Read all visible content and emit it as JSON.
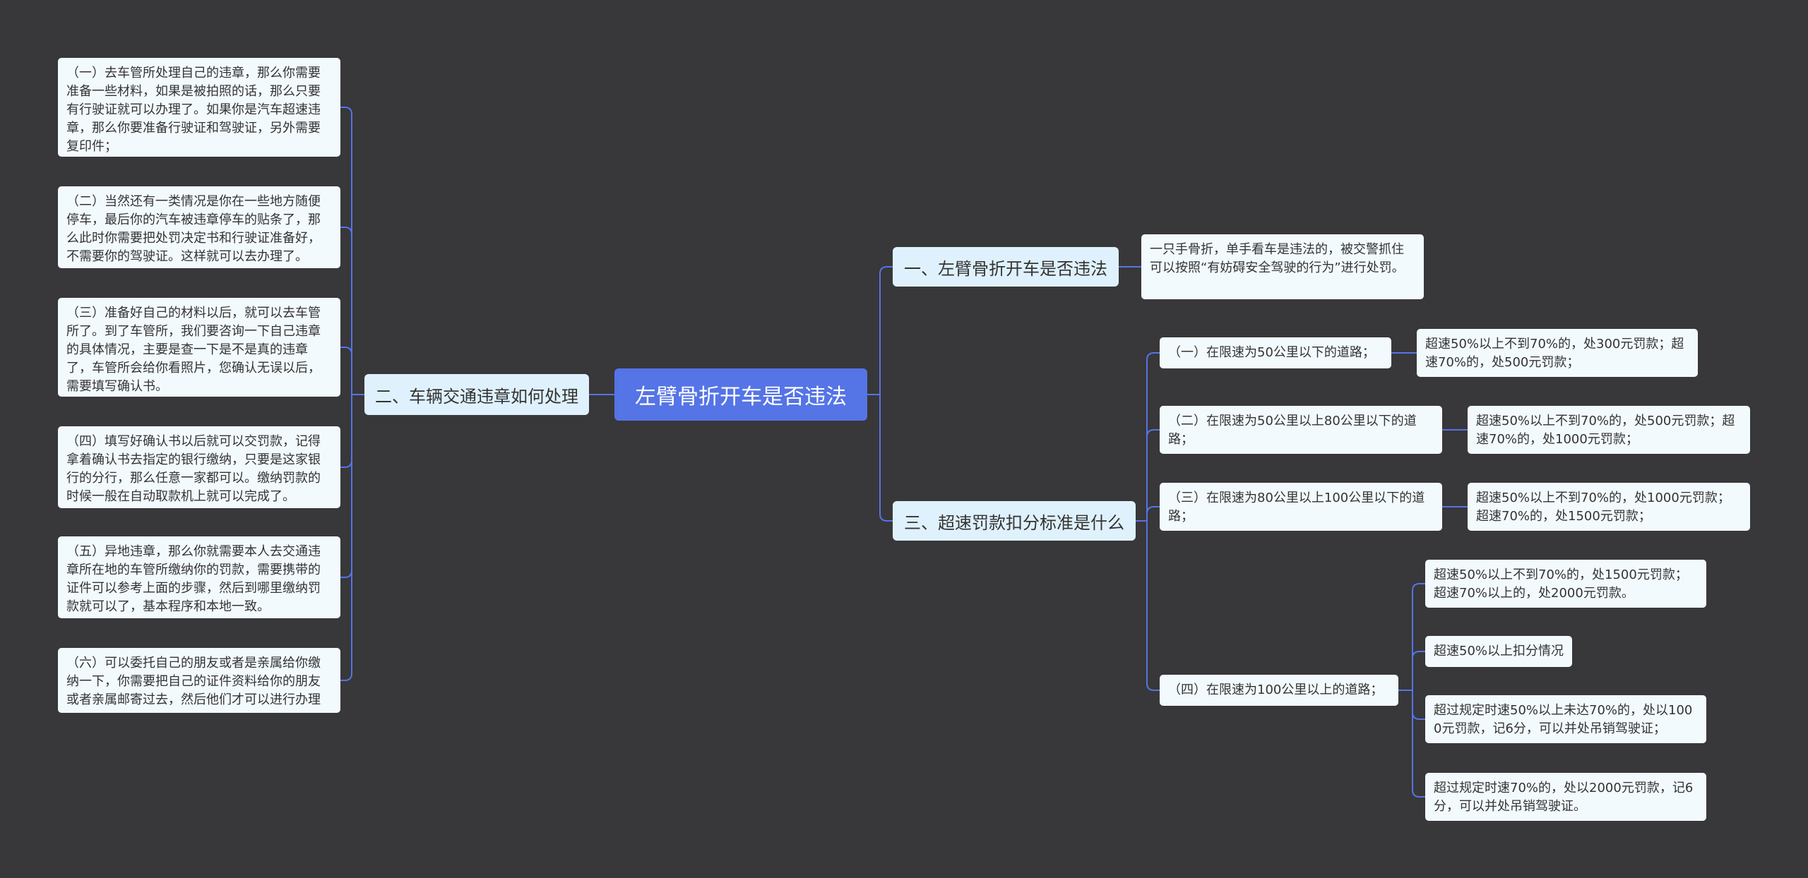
{
  "mindmap": {
    "root": "左臂骨折开车是否违法",
    "left_branch": {
      "label": "二、车辆交通违章如何处理",
      "items": [
        "（一）去车管所处理自己的违章，那么你需要准备一些材料，如果是被拍照的话，那么只要有行驶证就可以办理了。如果你是汽车超速违章，那么你要准备行驶证和驾驶证，另外需要复印件；",
        "（二）当然还有一类情况是你在一些地方随便停车，最后你的汽车被违章停车的贴条了，那么此时你需要把处罚决定书和行驶证准备好，不需要你的驾驶证。这样就可以去办理了。",
        "（三）准备好自己的材料以后，就可以去车管所了。到了车管所，我们要咨询一下自己违章的具体情况，主要是查一下是不是真的违章了，车管所会给你看照片，您确认无误以后，需要填写确认书。",
        "（四）填写好确认书以后就可以交罚款，记得拿着确认书去指定的银行缴纳，只要是这家银行的分行，那么任意一家都可以。缴纳罚款的时候一般在自动取款机上就可以完成了。",
        "（五）异地违章，那么你就需要本人去交通违章所在地的车管所缴纳你的罚款，需要携带的证件可以参考上面的步骤，然后到哪里缴纳罚款就可以了，基本程序和本地一致。",
        "（六）可以委托自己的朋友或者是亲属给你缴纳一下，你需要把自己的证件资料给你的朋友或者亲属邮寄过去，然后他们才可以进行办理"
      ]
    },
    "right_branch_1": {
      "label": "一、左臂骨折开车是否违法",
      "detail": "一只手骨折，单手看车是违法的，被交警抓住可以按照“有妨碍安全驾驶的行为”进行处罚。"
    },
    "right_branch_3": {
      "label": "三、超速罚款扣分标准是什么",
      "items": [
        {
          "label": "（一）在限速为50公里以下的道路；",
          "details": [
            "超速50%以上不到70%的，处300元罚款；超速70%的，处500元罚款；"
          ]
        },
        {
          "label": "（二）在限速为50公里以上80公里以下的道路；",
          "details": [
            "超速50%以上不到70%的，处500元罚款；超速70%的，处1000元罚款；"
          ]
        },
        {
          "label": "（三）在限速为80公里以上100公里以下的道路；",
          "details": [
            "超速50%以上不到70%的，处1000元罚款；超速70%的，处1500元罚款；"
          ]
        },
        {
          "label": "（四）在限速为100公里以上的道路；",
          "details": [
            "超速50%以上不到70%的，处1500元罚款；超速70%以上的，处2000元罚款。",
            "超速50%以上扣分情况",
            "超过规定时速50%以上未达70%的，处以1000元罚款，记6分，可以并处吊销驾驶证；",
            "超过规定时速70%的，处以2000元罚款，记6分，可以并处吊销驾驶证。"
          ]
        }
      ]
    }
  },
  "colors": {
    "background": "#383739",
    "root": "#5574e6",
    "branch": "#dff1fc",
    "leaf": "#f3fafe",
    "line": "#5574e6"
  }
}
